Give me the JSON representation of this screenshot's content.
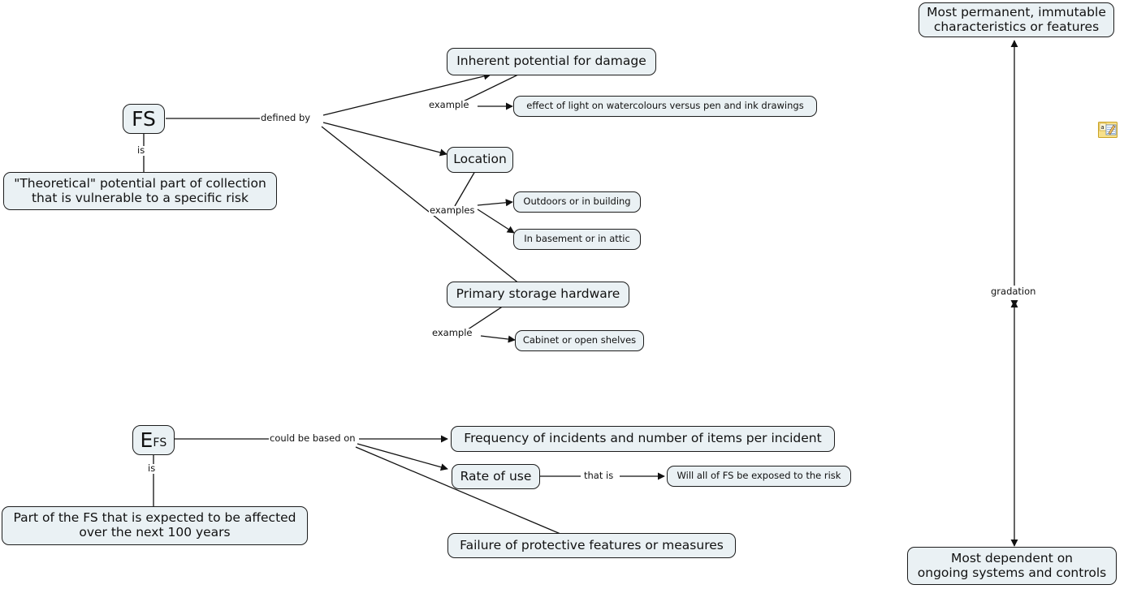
{
  "diagram": {
    "title": "FS and EFS concept map",
    "background_color": "#ffffff",
    "node_fill": "#eaf1f4",
    "node_border": "#1c1c1c",
    "edge_color": "#111111"
  },
  "nodes": {
    "fs": "FS",
    "fs_symbol_base": "F",
    "fs_definition": "\"Theoretical\" potential part of collection\nthat is vulnerable to a specific risk",
    "inherent_potential": "Inherent potential for damage",
    "light_example": "effect of light on watercolours versus pen and ink drawings",
    "location": "Location",
    "outdoors": "Outdoors or in building",
    "basement": "In basement or in attic",
    "primary_storage": "Primary storage hardware",
    "cabinet": "Cabinet or open shelves",
    "efs_base": "E",
    "efs_sub": "FS",
    "efs_definition": "Part of the FS that is expected to be affected\nover the next 100 years",
    "frequency": "Frequency of incidents and number of items per incident",
    "rate_of_use": "Rate of use",
    "will_all_exposed": "Will all of FS be exposed to the risk",
    "failure_protective": "Failure of protective features or measures",
    "most_permanent": "Most permanent, immutable\ncharacteristics or features",
    "most_dependent": "Most dependent on\nongoing systems and controls"
  },
  "edge_labels": {
    "fs_is": "is",
    "defined_by": "defined by",
    "example_light": "example",
    "examples_location": "examples",
    "example_cabinet": "example",
    "efs_is": "is",
    "could_be_based_on": "could be based on",
    "that_is": "that is",
    "gradation": "gradation"
  },
  "icons": {
    "annotation_note": "note-annotation-icon"
  }
}
